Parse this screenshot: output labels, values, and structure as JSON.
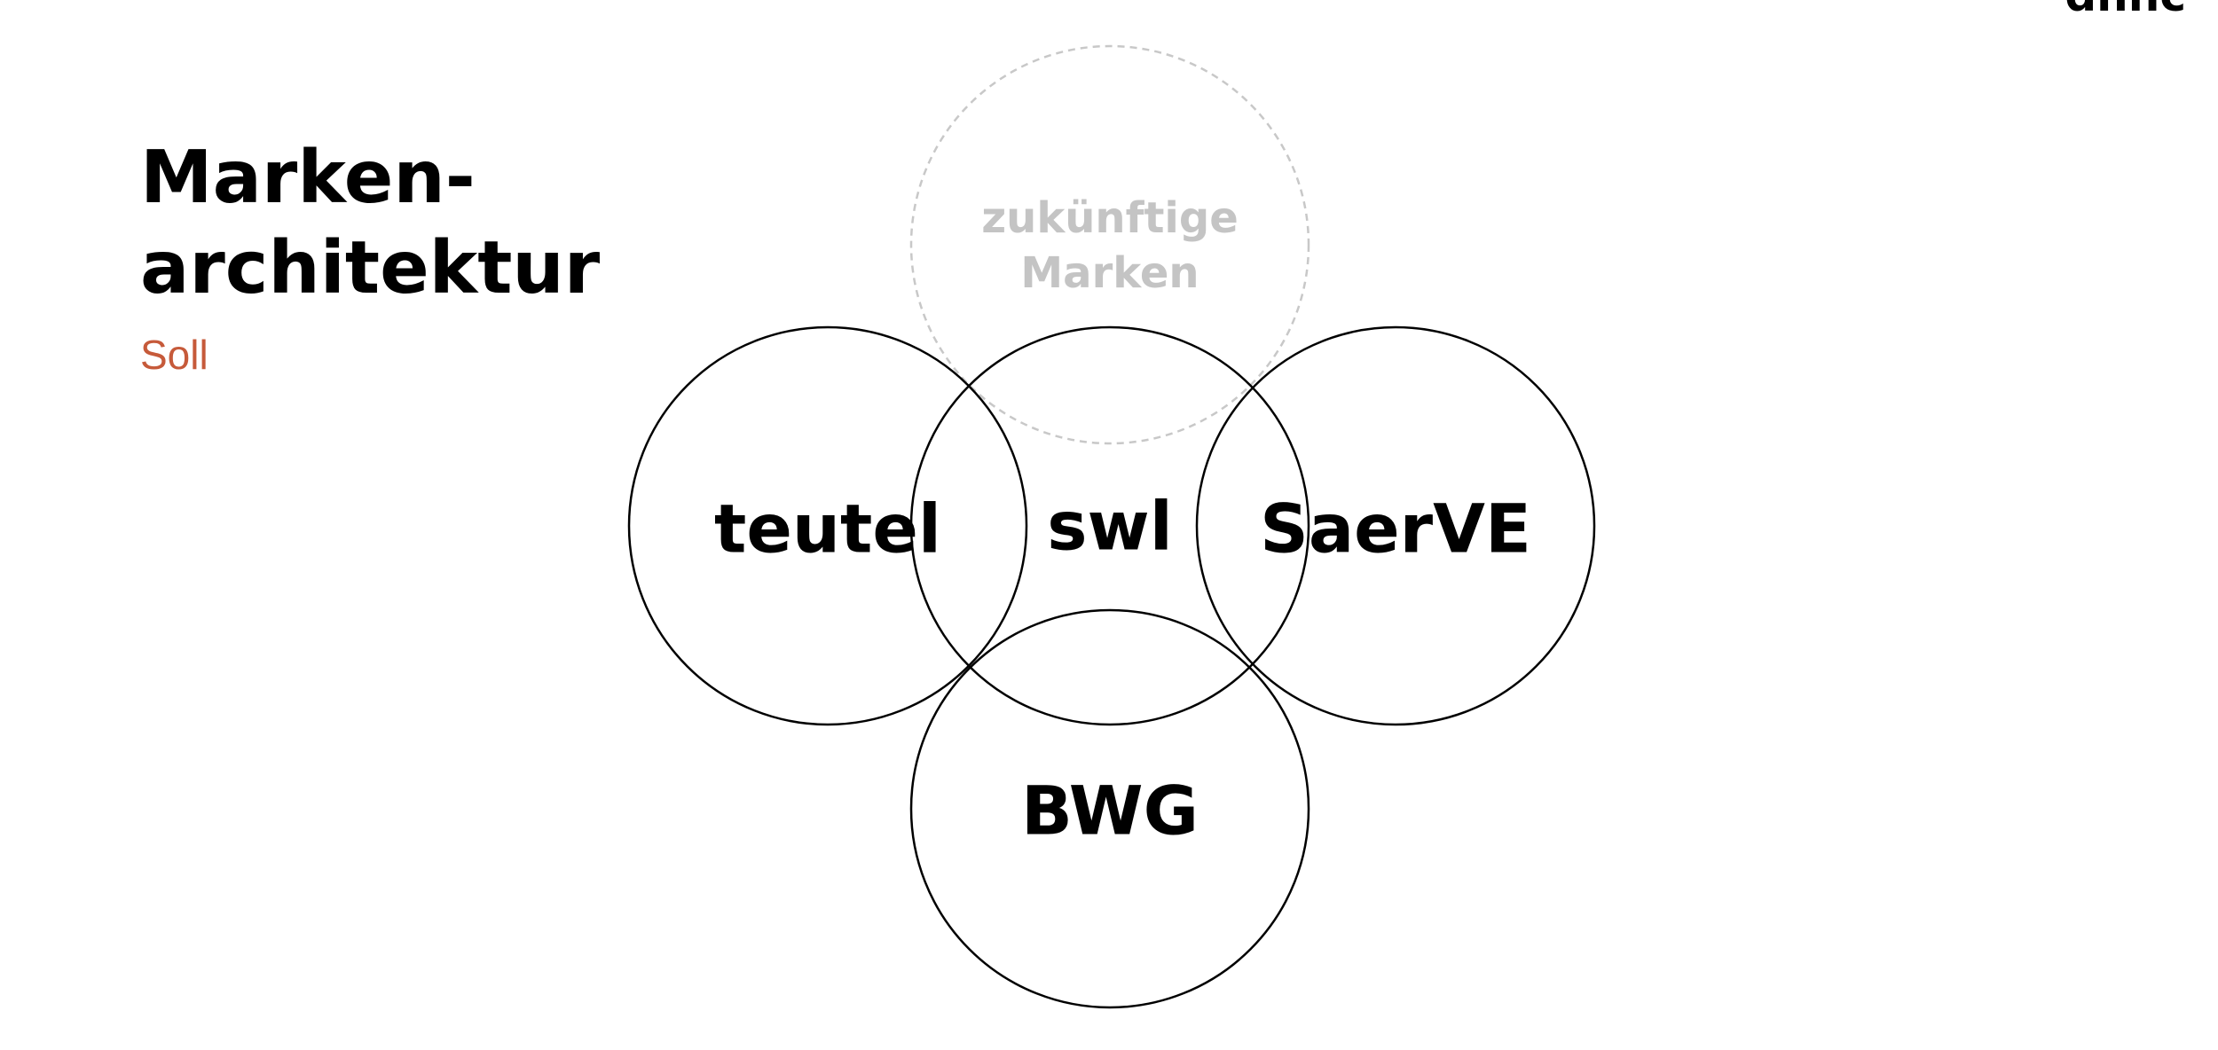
{
  "slide": {
    "title_lines": [
      "Marken-",
      "architektur"
    ],
    "subtitle": "Soll",
    "corner_fragment": "ɑnnc"
  },
  "diagram": {
    "circles": {
      "future": {
        "label_lines": [
          "zukünftige",
          "Marken"
        ]
      },
      "teutel": {
        "label": "teutel"
      },
      "swl": {
        "label": "swl"
      },
      "saerve": {
        "label": "SaerVE"
      },
      "bwg": {
        "label": "BWG"
      }
    }
  },
  "colors": {
    "subtitle": "#c65a3a",
    "future_circle": "#c8c8c8",
    "future_text": "#c4c4c4",
    "circle_stroke": "#000000",
    "label": "#000000"
  }
}
